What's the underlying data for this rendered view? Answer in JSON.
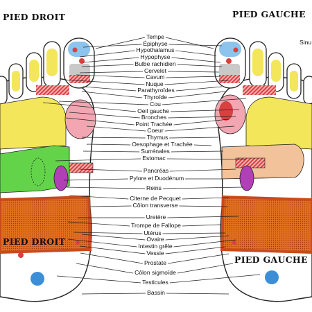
{
  "titles": {
    "right_foot": "PIED DROIT",
    "left_foot": "PIED GAUCHE",
    "right_foot_bottom": "PIED DROIT",
    "left_foot_bottom": "PIED GAUCHE",
    "sinus_partial": "Sinu"
  },
  "labels": [
    "Tempe",
    "Épiphyse",
    "Hypothalamus",
    "Hypophyse",
    "Bulbe rachidien",
    "Cervelet",
    "Cavum",
    "Nuque",
    "Parathyroïdes",
    "Thyroïde",
    "Cou",
    "Oeil gauche",
    "Bronches",
    "Point Trachée",
    "Coeur",
    "Thymus",
    "Oesophage et Trachée",
    "Surrénales",
    "Estomac",
    "Pancréas",
    "Pylore et Duodénum",
    "Reins",
    "Citerne de Pecquet",
    "Côlon transverse",
    "Uretère",
    "Trompe de Fallope",
    "Utérus",
    "Ovaire",
    "Intestin grêle",
    "Vessie",
    "Prostate",
    "Côlon sigmoïde",
    "Testicules",
    "Bassin"
  ],
  "colors": {
    "foot_outline": "#222222",
    "zone_yellow": "#f3e65a",
    "zone_green": "#63d34a",
    "zone_pink": "#f1a6b2",
    "zone_orange": "#e3701f",
    "zone_orange_border": "#c94a1e",
    "zone_purple": "#b13fb5",
    "zone_red_stripe": "#d94040",
    "zone_blue": "#3c8fd6",
    "zone_light_blue": "#8cc4ee",
    "zone_peach": "#f2c29a",
    "zone_gray": "#c9c9c9"
  }
}
